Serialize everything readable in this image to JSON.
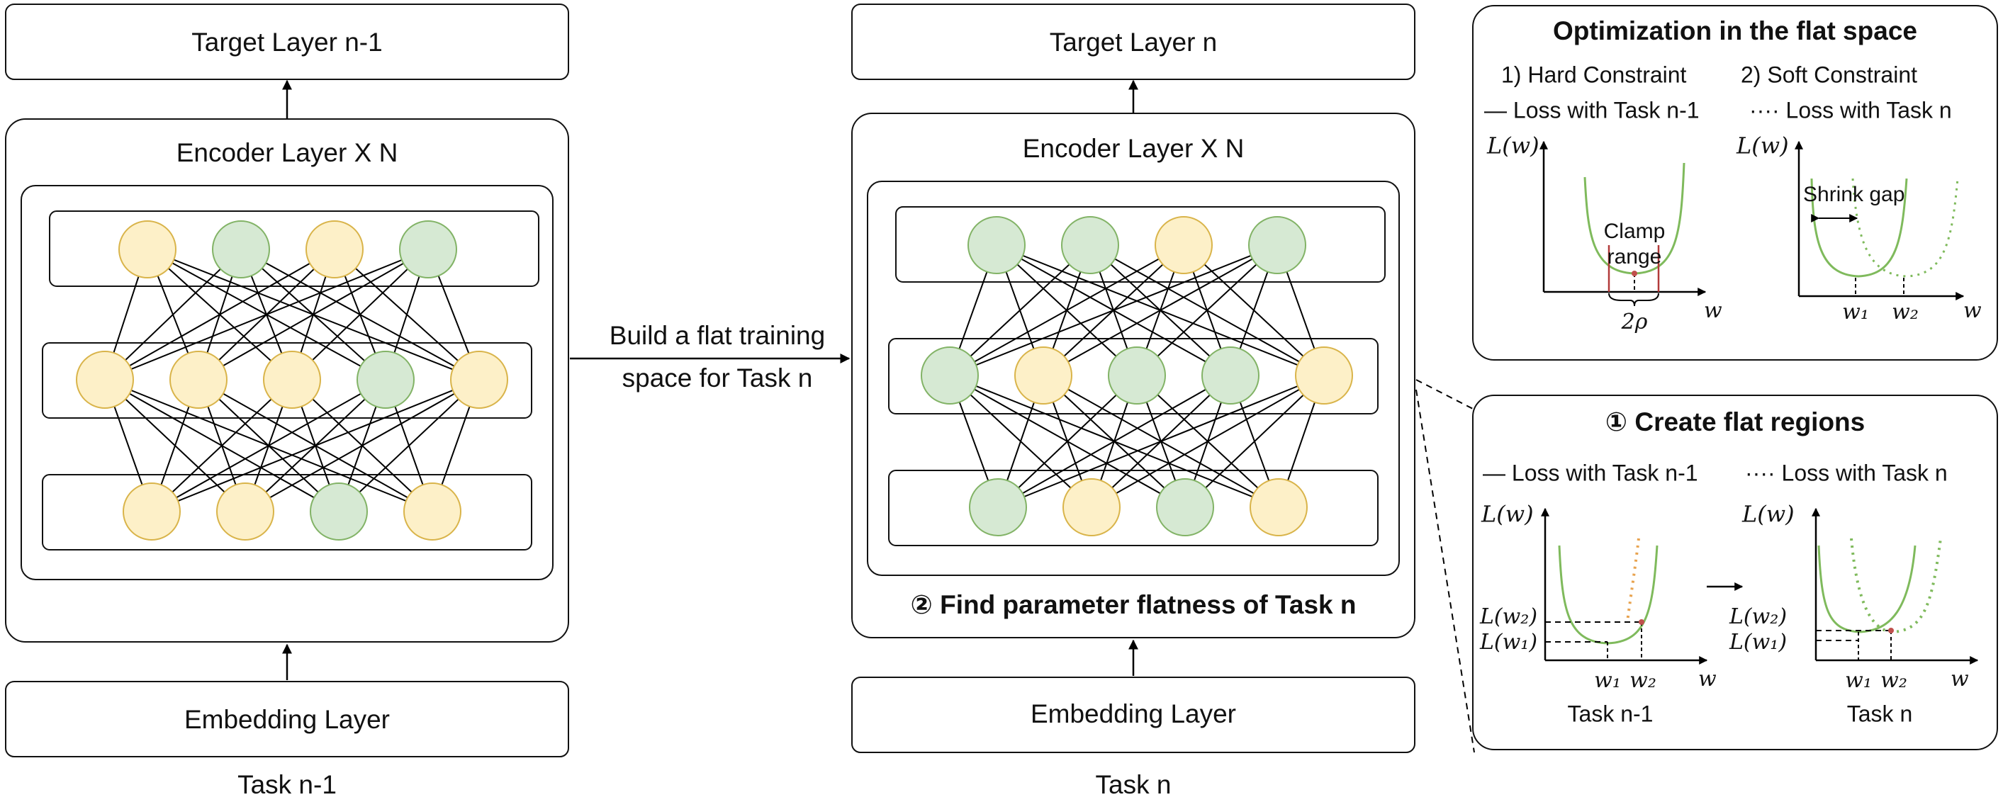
{
  "left_stack": {
    "target": "Target Layer n-1",
    "encoder": "Encoder Layer X N",
    "embedding": "Embedding Layer",
    "caption": "Task n-1",
    "node_colors": [
      [
        "yellow",
        "green",
        "yellow",
        "green"
      ],
      [
        "yellow",
        "yellow",
        "yellow",
        "green",
        "yellow"
      ],
      [
        "yellow",
        "yellow",
        "green",
        "yellow"
      ]
    ]
  },
  "arrow_label": [
    "Build a flat training",
    "space for Task n"
  ],
  "right_stack": {
    "target": "Target Layer n",
    "encoder": "Encoder Layer X N",
    "embedding": "Embedding Layer",
    "caption": "Task n",
    "flatness_label": "② Find parameter flatness of Task n",
    "node_colors": [
      [
        "green",
        "green",
        "yellow",
        "green"
      ],
      [
        "green",
        "yellow",
        "green",
        "green",
        "yellow"
      ],
      [
        "green",
        "yellow",
        "green",
        "yellow"
      ]
    ]
  },
  "opt_panel": {
    "title": "Optimization in the flat space",
    "hard": "1) Hard Constraint",
    "soft": "2) Soft Constraint",
    "legend_solid": "— Loss with Task n-1",
    "legend_dotted": "···· Loss with Task n",
    "y_axis": "L(w)",
    "x_axis": "w",
    "clamp": [
      "Clamp",
      "range"
    ],
    "two_rho": "2ρ",
    "shrink": "Shrink gap",
    "w1": "w₁",
    "w2": "w₂"
  },
  "flat_panel": {
    "title": "① Create flat regions",
    "legend_solid": "— Loss with Task n-1",
    "legend_dotted": "···· Loss with Task n",
    "y_axis": "L(w)",
    "x_axis": "w",
    "lw2": "L(w₂)",
    "lw1": "L(w₁)",
    "w1": "w₁",
    "w2": "w₂",
    "caption_left": "Task n-1",
    "caption_right": "Task n"
  },
  "colors": {
    "yellow_fill": "#fdf0c8",
    "yellow_stroke": "#d9b44a",
    "green_fill": "#d6e9d3",
    "green_stroke": "#82b366",
    "curve_green": "#7fba5c",
    "curve_orange": "#e8a34f",
    "clamp_red": "#b23a3a",
    "point_red": "#c0504d"
  }
}
